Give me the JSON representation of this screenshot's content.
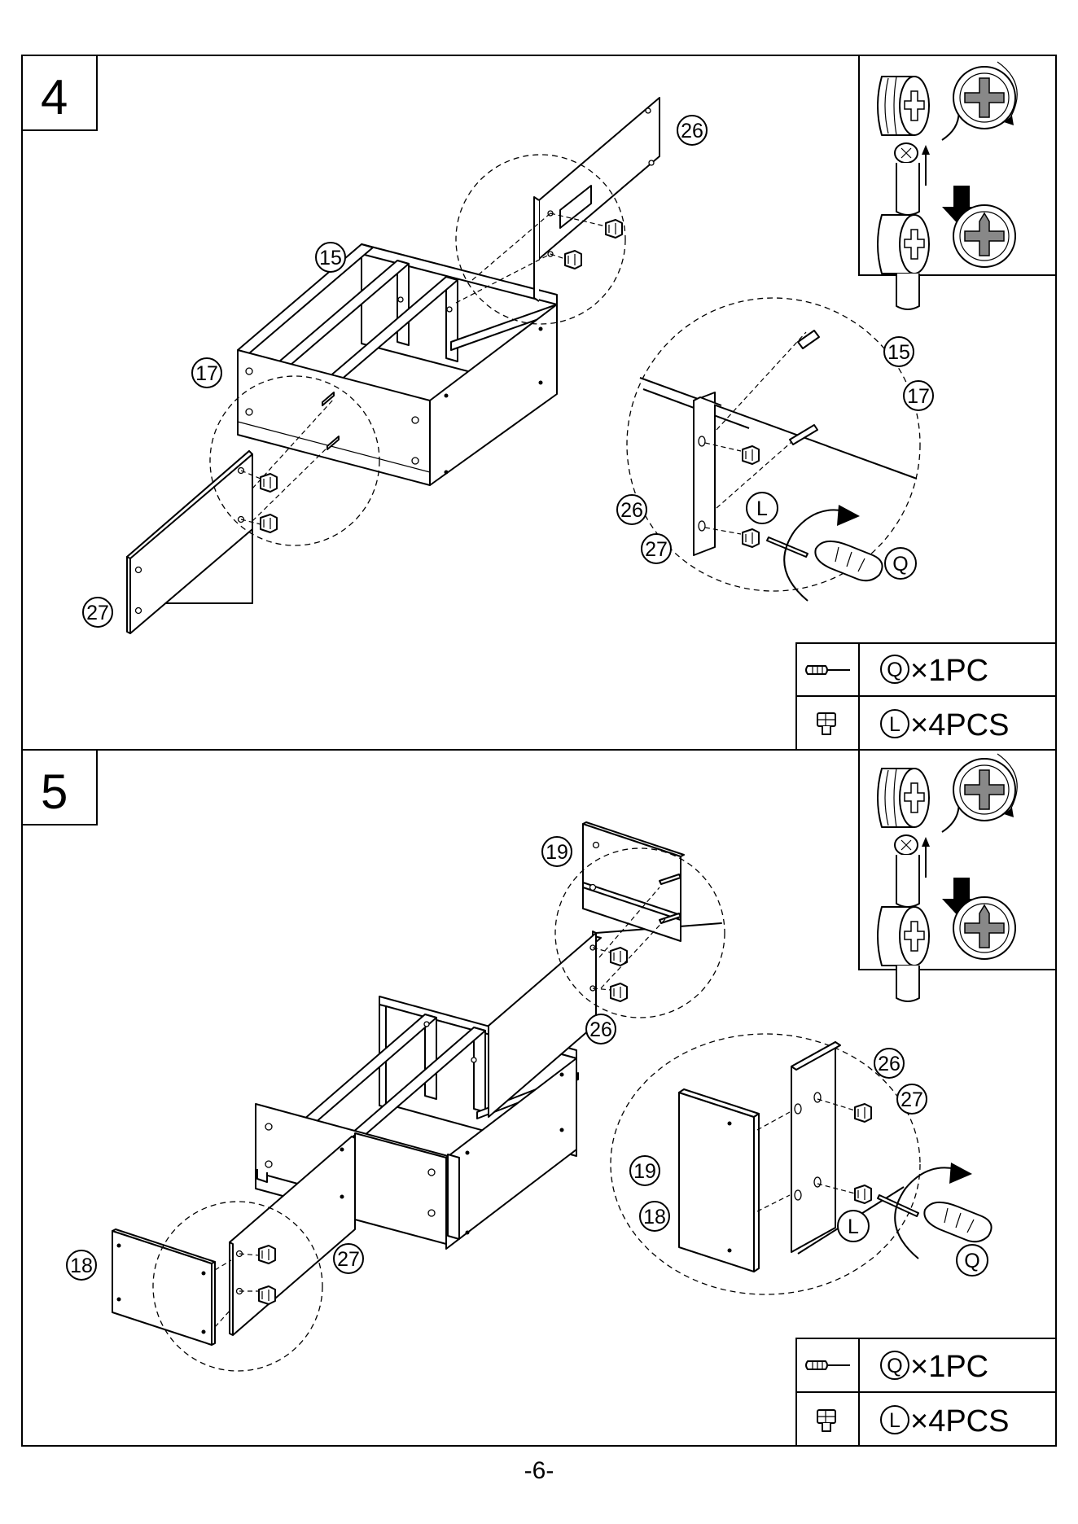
{
  "steps": [
    {
      "number": "4",
      "part_labels": [
        "26",
        "15",
        "17",
        "27",
        "15",
        "17",
        "26",
        "27",
        "L",
        "Q"
      ],
      "hardware": [
        {
          "icon": "screwdriver-icon",
          "letter": "Q",
          "quantity": "×1PC"
        },
        {
          "icon": "cam-lock-icon",
          "letter": "L",
          "quantity": "×4PCS"
        }
      ]
    },
    {
      "number": "5",
      "part_labels": [
        "19",
        "26",
        "18",
        "27",
        "26",
        "27",
        "19",
        "18",
        "L",
        "Q"
      ],
      "hardware": [
        {
          "icon": "screwdriver-icon",
          "letter": "Q",
          "quantity": "×1PC"
        },
        {
          "icon": "cam-lock-icon",
          "letter": "L",
          "quantity": "×4PCS"
        }
      ]
    }
  ],
  "page_number": "-6-"
}
